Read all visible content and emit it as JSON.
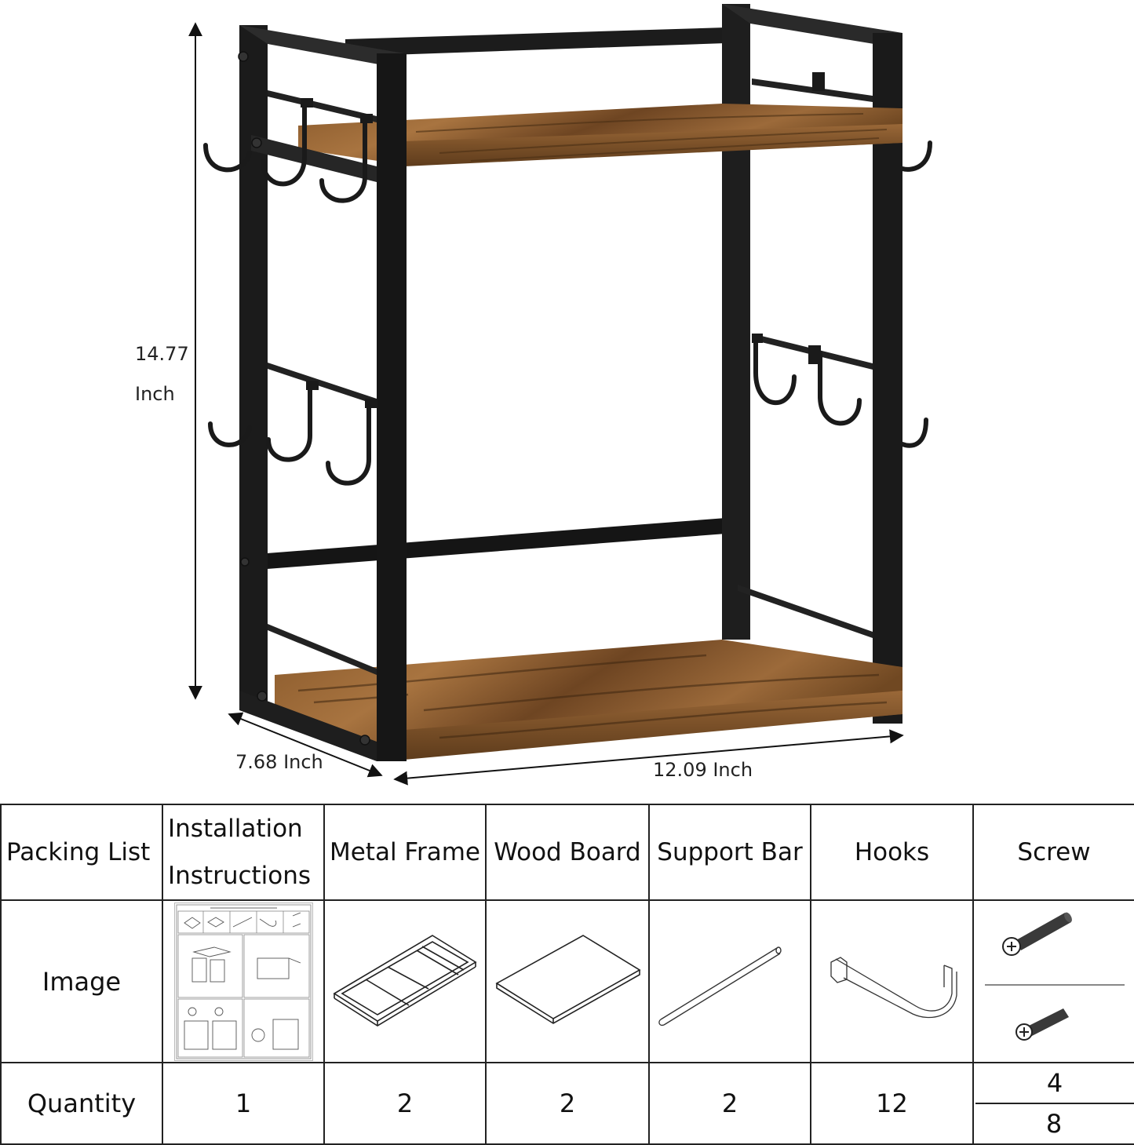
{
  "dimensions": {
    "height_value": "14.77",
    "height_unit": "Inch",
    "depth": "7.68 Inch",
    "width": "12.09 Inch"
  },
  "colors": {
    "frame": "#1a1a1a",
    "wood_light": "#a0703e",
    "wood_dark": "#5a3a1e",
    "table_border": "#222222",
    "line_art": "#333333"
  },
  "packing_list": {
    "row_headers": [
      "Packing List",
      "Image",
      "Quantity"
    ],
    "columns": [
      {
        "name_line1": "Installation",
        "name_line2": "Instructions",
        "image": "instruction-manual-thumbnail",
        "quantity": "1"
      },
      {
        "name": "Metal Frame",
        "image": "metal-frame-drawing",
        "quantity": "2"
      },
      {
        "name": "Wood Board",
        "image": "wood-board-drawing",
        "quantity": "2"
      },
      {
        "name": "Support Bar",
        "image": "support-bar-drawing",
        "quantity": "2"
      },
      {
        "name": "Hooks",
        "image": "hook-drawing",
        "quantity": "12"
      },
      {
        "name": "Screw",
        "image": "screws-drawing",
        "quantity_top": "4",
        "quantity_bottom": "8"
      }
    ]
  }
}
